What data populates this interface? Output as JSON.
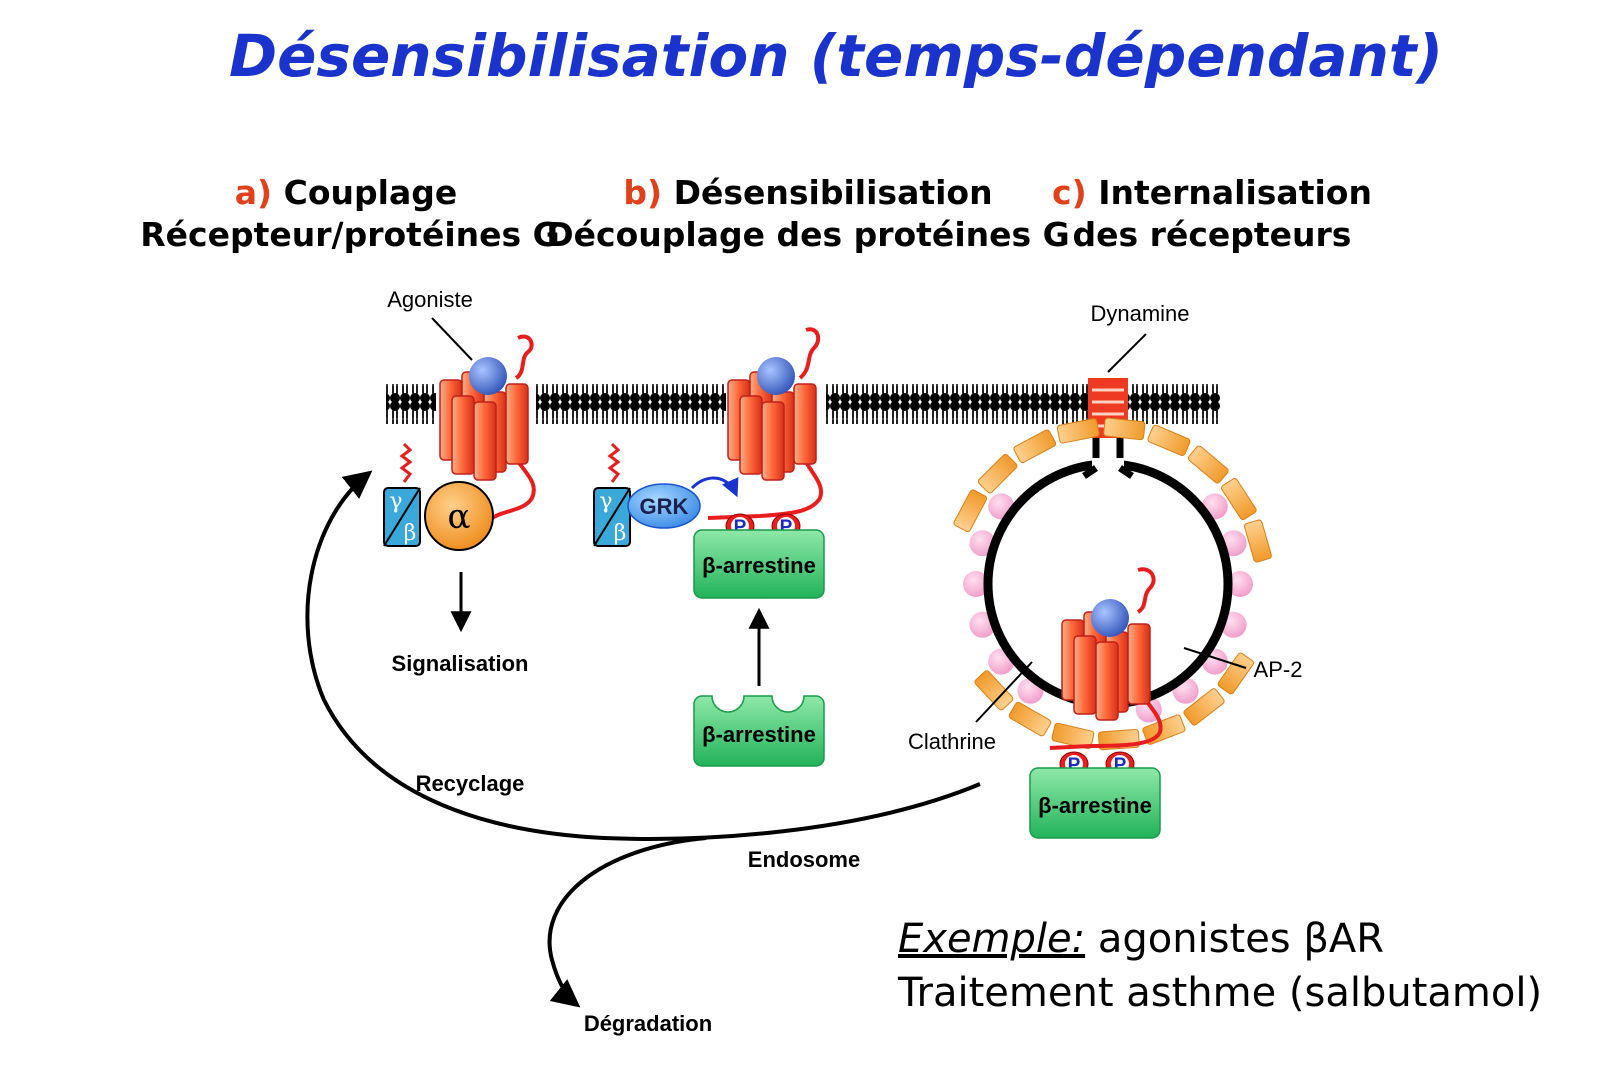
{
  "title": "Désensibilisation (temps-dépendant)",
  "sections": [
    {
      "letter": "a)",
      "line1": "Couplage",
      "line2": "Récepteur/protéines G"
    },
    {
      "letter": "b)",
      "line1": "Désensibilisation",
      "line2": "Découplage des protéines G"
    },
    {
      "letter": "c)",
      "line1": "Internalisation",
      "line2": "des récepteurs"
    }
  ],
  "labels": {
    "agoniste": "Agoniste",
    "dynamine": "Dynamine",
    "signalisation": "Signalisation",
    "grk": "GRK",
    "p": "P",
    "arrestine": "β-arrestine",
    "ap2": "AP-2",
    "clathrine": "Clathrine",
    "recyclage": "Recyclage",
    "endosome": "Endosome",
    "degradation": "Dégradation",
    "alpha": "α",
    "gamma": "γ",
    "beta": "β"
  },
  "example": {
    "label": "Exemple:",
    "line1_rest": " agonistes βAR",
    "line2": "Traitement asthme (salbutamol)"
  },
  "colors": {
    "title": "#1a33cc",
    "section_letter": "#e0401a",
    "receptor": "#ee4422",
    "agonist": "#5577dd",
    "arrestin": "#3cc86a",
    "clathrin": "#f4a640",
    "ap2": "#f7b8d8",
    "g_beta_gamma": "#3aa8d8",
    "g_alpha": "#f29a2e",
    "grk": "#4aa0ee"
  }
}
